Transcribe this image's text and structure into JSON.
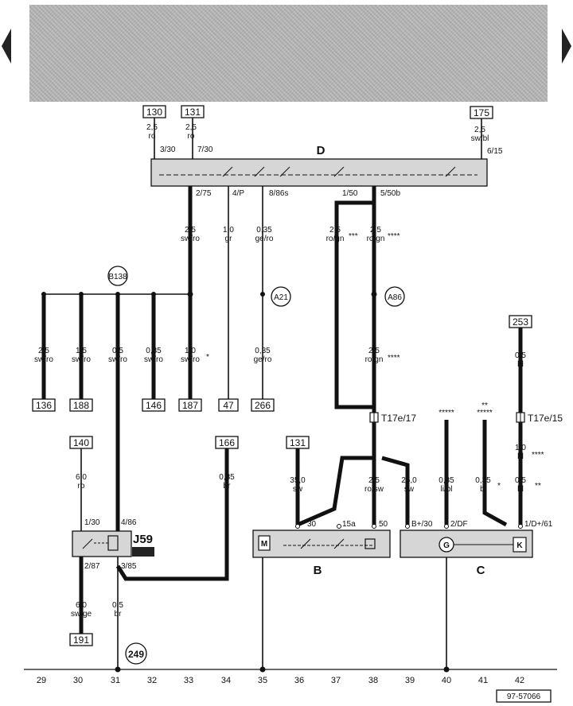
{
  "diagram": {
    "fuses_top": [
      "130",
      "131",
      "175"
    ],
    "top_wires": [
      {
        "size": "2,5",
        "color": "ro",
        "pin": "3/30"
      },
      {
        "size": "2,5",
        "color": "ro",
        "pin": "7/30"
      },
      {
        "size": "2,5",
        "color": "sw/bl",
        "pin": "6/15"
      }
    ],
    "component_d": {
      "label": "D"
    },
    "d_pins": [
      "2/75",
      "4/P",
      "8/86s",
      "1/50",
      "5/50b"
    ],
    "mid_wires": [
      {
        "size": "2,5",
        "color": "sw/ro"
      },
      {
        "size": "1,0",
        "color": "gr"
      },
      {
        "size": "0,35",
        "color": "ge/ro"
      },
      {
        "size": "2,5",
        "color": "ro/gn",
        "stars": "***"
      },
      {
        "size": "2,5",
        "color": "ro/gn",
        "stars": "****"
      }
    ],
    "junctions": [
      "B138",
      "A21",
      "A86"
    ],
    "branch_wires": [
      {
        "size": "2,5",
        "color": "sw/ro"
      },
      {
        "size": "1,5",
        "color": "sw/ro"
      },
      {
        "size": "0,5",
        "color": "sw/ro"
      },
      {
        "size": "0,35",
        "color": "sw/ro"
      },
      {
        "size": "1,0",
        "color": "sw/ro",
        "stars": "*"
      },
      {
        "size": "0,35",
        "color": "ge/ro"
      },
      {
        "size": "2,5",
        "color": "ro/gn",
        "stars": "****"
      },
      {
        "size": "0,5",
        "color": "bl"
      }
    ],
    "refs_row1": [
      "136",
      "188",
      "146",
      "187",
      "47",
      "266"
    ],
    "ref_253": "253",
    "connector_t17e17": "T17e/17",
    "connector_t17e15": "T17e/15",
    "stars_5": "*****",
    "stars_2": "**",
    "refs_row2": [
      "140",
      "166",
      "131"
    ],
    "lower_wires": [
      {
        "size": "6,0",
        "color": "ro"
      },
      {
        "size": "0,35",
        "color": "br"
      },
      {
        "size": "35,0",
        "color": "sw"
      },
      {
        "size": "2,5",
        "color": "ro/sw"
      },
      {
        "size": "25,0",
        "color": "sw"
      },
      {
        "size": "0,35",
        "color": "li/bl"
      },
      {
        "size": "0,35",
        "color": "bl",
        "stars": "*"
      },
      {
        "size": "0,5",
        "color": "bl",
        "stars": "**"
      },
      {
        "size": "1,0",
        "color": "bl",
        "stars": "****"
      }
    ],
    "relay_j59": {
      "label": "J59",
      "pins": [
        "1/30",
        "4/86",
        "2/87",
        "3/85"
      ]
    },
    "relay_bottom_wires": [
      {
        "size": "6,0",
        "color": "sw/ge"
      },
      {
        "size": "0,5",
        "color": "br"
      }
    ],
    "ref_191": "191",
    "ground_249": "249",
    "component_b": {
      "label": "B",
      "pins": [
        "30",
        "15a",
        "50"
      ],
      "motor": "M"
    },
    "component_c": {
      "label": "C",
      "pins": [
        "B+/30",
        "2/DF",
        "1/D+/61"
      ],
      "gen": "G",
      "reg": "K"
    },
    "axis": [
      "29",
      "30",
      "31",
      "32",
      "33",
      "34",
      "35",
      "36",
      "37",
      "38",
      "39",
      "40",
      "41",
      "42"
    ],
    "doc_code": "97-57066"
  }
}
